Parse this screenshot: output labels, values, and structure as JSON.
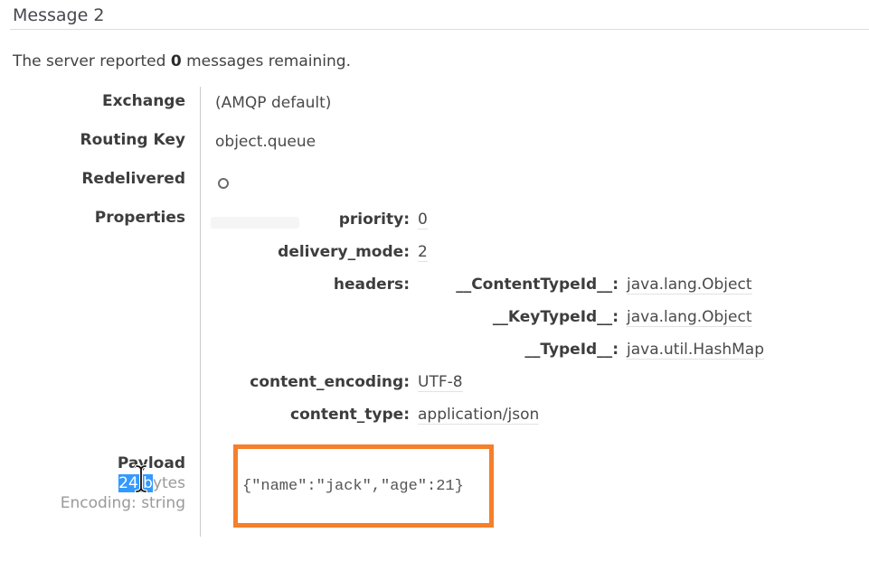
{
  "header": {
    "title": "Message 2"
  },
  "summary": {
    "prefix": "The server reported ",
    "count": "0",
    "suffix": " messages remaining."
  },
  "details": {
    "exchange": {
      "label": "Exchange",
      "value": "(AMQP default)"
    },
    "routing_key": {
      "label": "Routing Key",
      "value": "object.queue"
    },
    "redelivered": {
      "label": "Redelivered",
      "value_icon": "empty-circle-icon"
    },
    "properties": {
      "label": "Properties",
      "items": [
        {
          "name": "priority",
          "value": "0"
        },
        {
          "name": "delivery_mode",
          "value": "2"
        },
        {
          "name": "headers",
          "sub_items": [
            {
              "name": "__ContentTypeId__",
              "value": "java.lang.Object"
            },
            {
              "name": "__KeyTypeId__",
              "value": "java.lang.Object"
            },
            {
              "name": "__TypeId__",
              "value": "java.util.HashMap"
            }
          ]
        },
        {
          "name": "content_encoding",
          "value": "UTF-8"
        },
        {
          "name": "content_type",
          "value": "application/json"
        }
      ]
    },
    "payload": {
      "label": "Payload",
      "size_selected_text": "24 b",
      "size_rest_text": "ytes",
      "encoding": "Encoding: string",
      "content": "{\"name\":\"jack\",\"age\":21}"
    }
  },
  "colors": {
    "payload_highlight_border": "#f57f2a",
    "text_selection_blue": "#3399ff"
  }
}
